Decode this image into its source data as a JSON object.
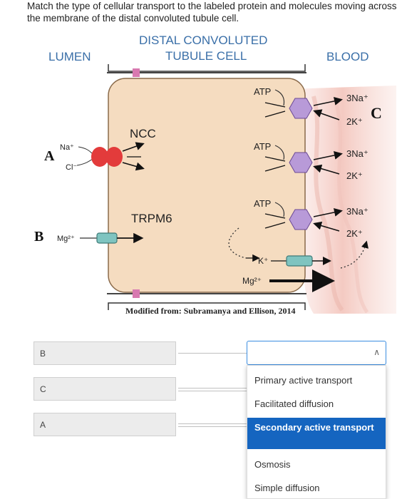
{
  "question": {
    "text": "Match the type of cellular transport to the labeled protein and molecules moving across the membrane of the distal convoluted tubule cell."
  },
  "diagram": {
    "lumen_label": "LUMEN",
    "cell_label_line1": "DISTAL CONVOLUTED",
    "cell_label_line2": "TUBULE CELL",
    "blood_label": "BLOOD",
    "ncc_label": "NCC",
    "trpm6_label": "TRPM6",
    "atp_label": "ATP",
    "na_label": "Na⁺",
    "cl_label": "Cl⁻",
    "mg_label": "Mg²⁺",
    "k_label": "K⁺",
    "three_na": "3Na⁺",
    "two_k": "2K⁺",
    "letter_a": "A",
    "letter_b": "B",
    "letter_c": "C",
    "citation": "Modified from: Subramanya and Ellison, 2014"
  },
  "matching": {
    "items": [
      {
        "label": "B"
      },
      {
        "label": "C"
      },
      {
        "label": "A"
      }
    ],
    "dropdown_value": "",
    "options": [
      "Primary active transport",
      "Facilitated diffusion",
      "Secondary active transport",
      "Osmosis",
      "Simple diffusion"
    ],
    "selected_option": "Secondary active transport"
  },
  "colors": {
    "cell_fill": "#f5dcc0",
    "cell_border": "#8a6a4a",
    "pump": "#b89ad8",
    "cotransporter": "#e33b3b",
    "channel": "#7fc4c0",
    "membrane_marker": "#d879b0",
    "highlight": "#1565c0",
    "focus_border": "#3b8de0"
  }
}
